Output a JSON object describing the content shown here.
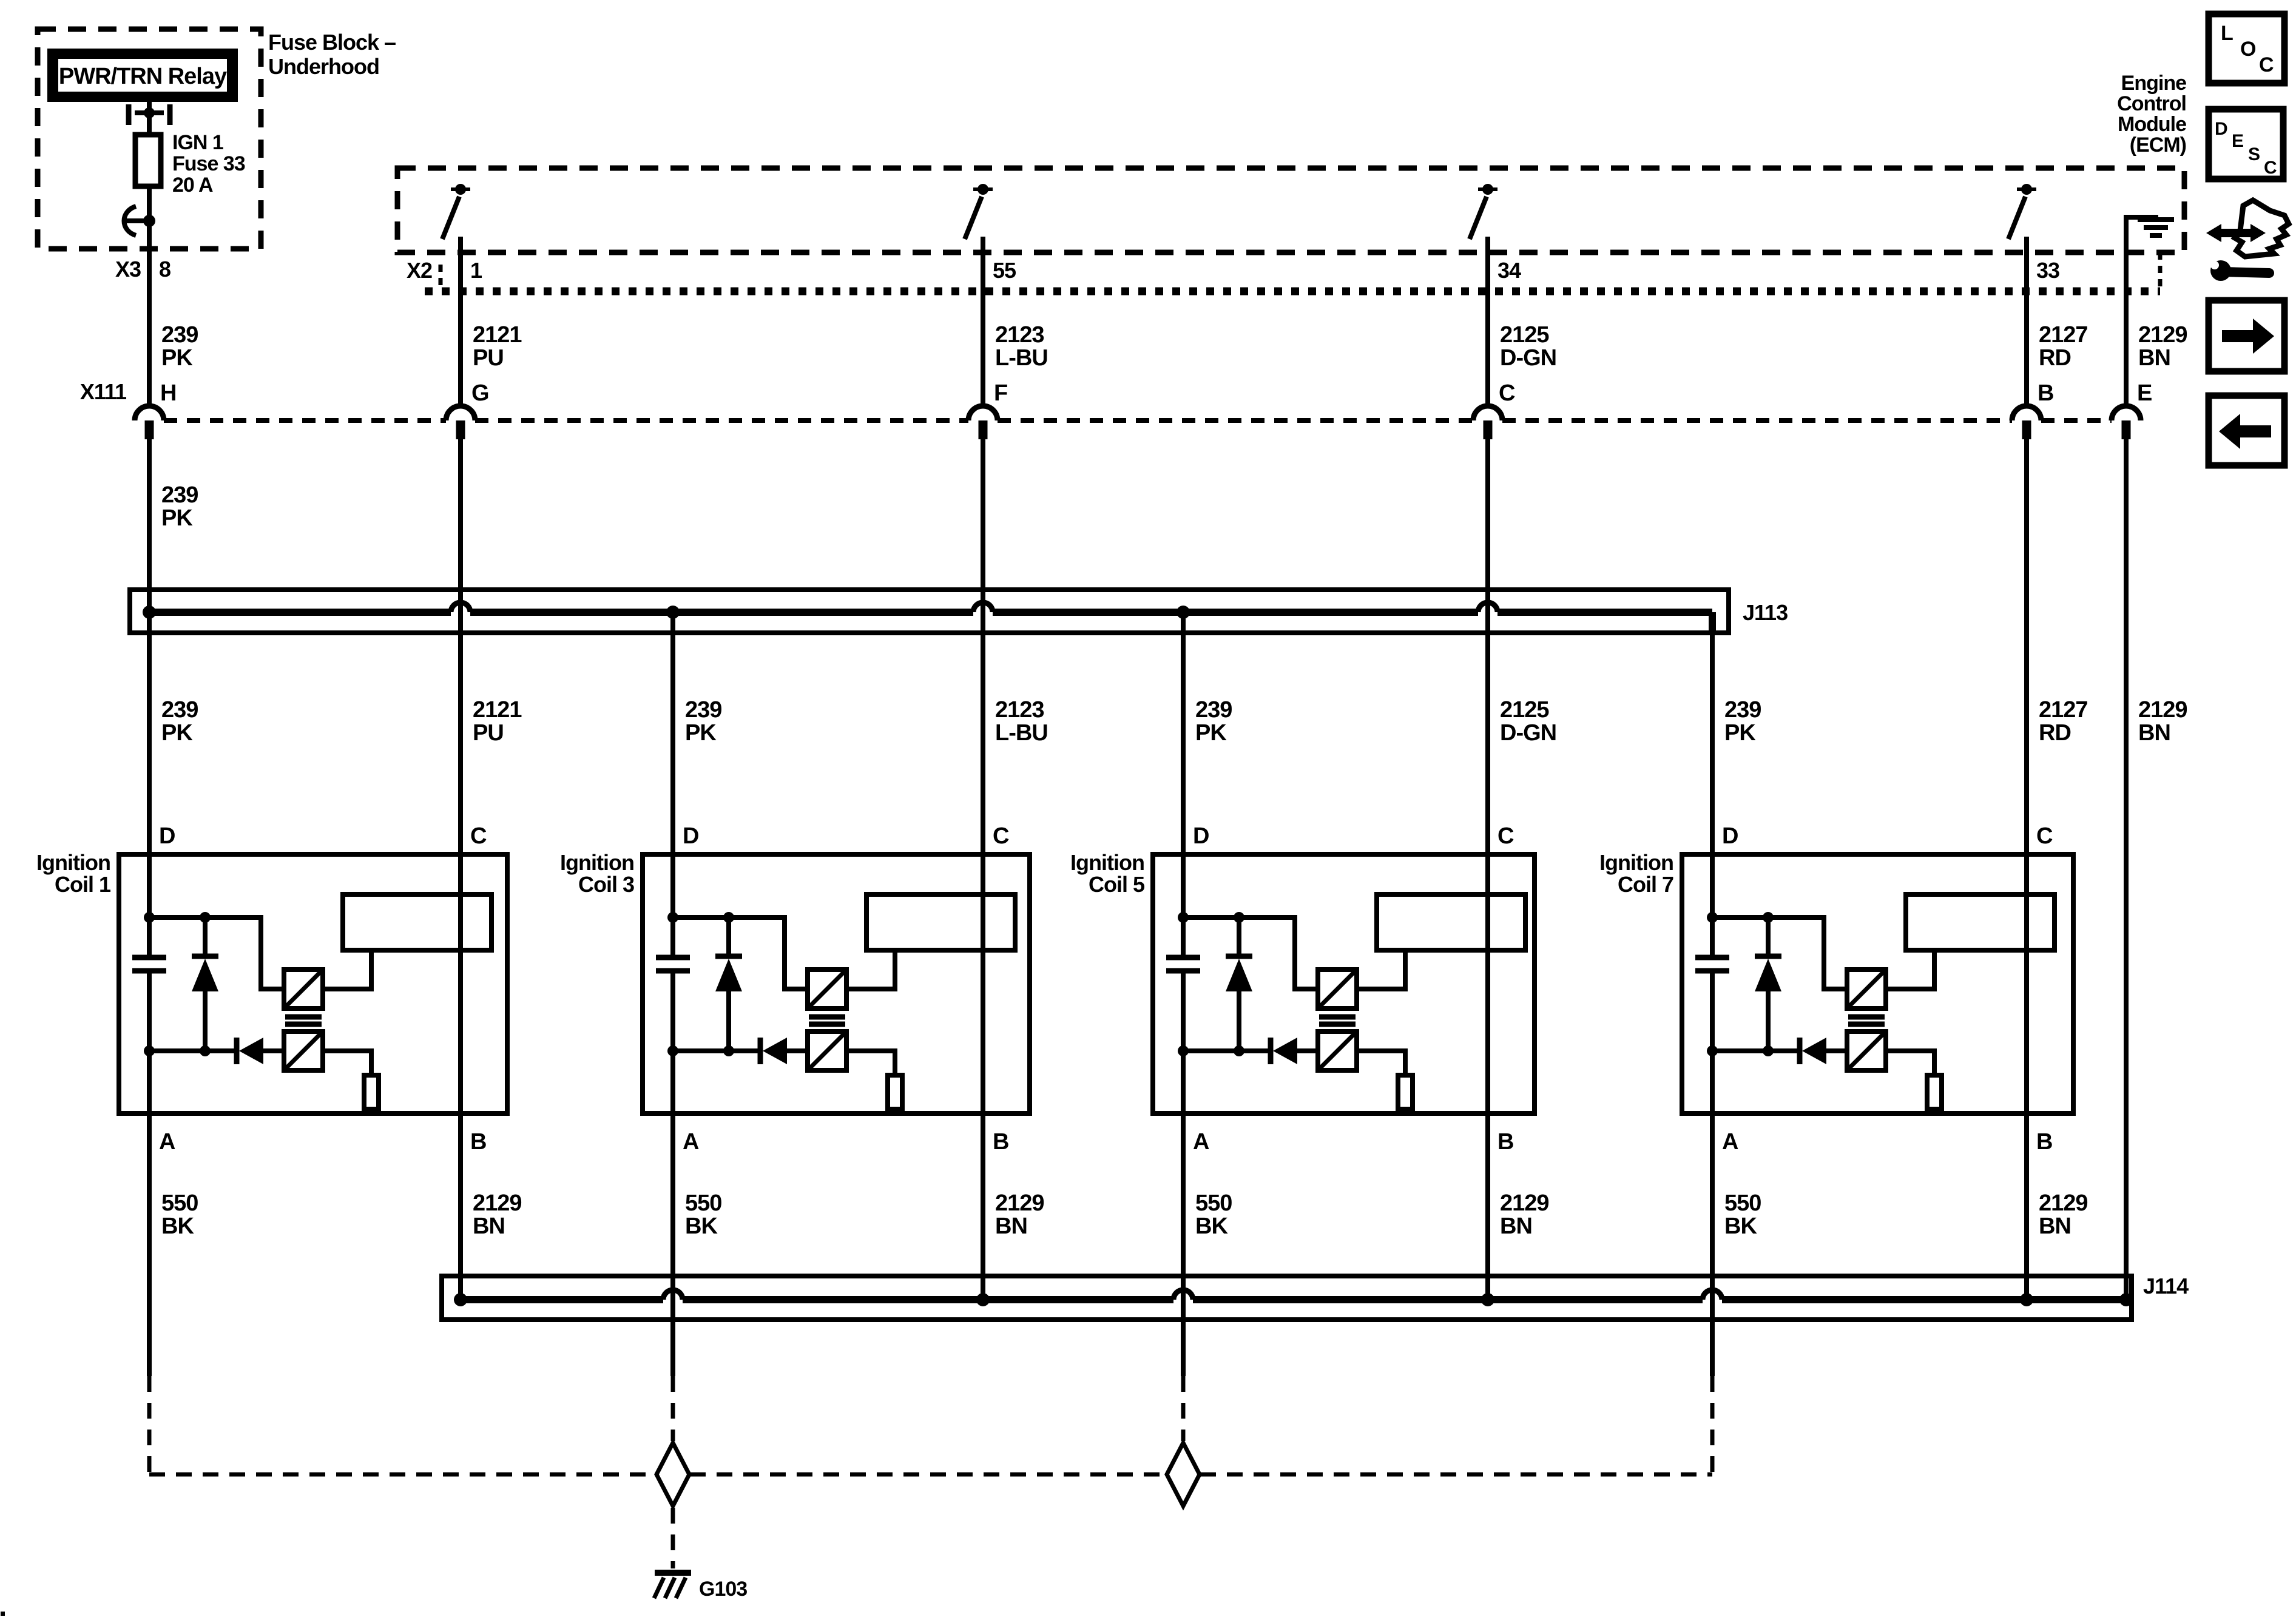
{
  "fuse_block": {
    "label1": "Fuse Block –",
    "label2": "Underhood",
    "relay": "PWR/TRN Relay",
    "fuse1": "IGN 1",
    "fuse2": "Fuse 33",
    "fuse3": "20 A",
    "conn": "X3",
    "pin": "8"
  },
  "ecm": {
    "t1": "Engine",
    "t2": "Control",
    "t3": "Module",
    "t4": "(ECM)",
    "conn": "X2",
    "p1": "1",
    "p2": "55",
    "p3": "34",
    "p4": "33"
  },
  "x111": {
    "label": "X111",
    "h": "H",
    "g": "G",
    "f": "F",
    "c": "C",
    "b": "B",
    "e": "E"
  },
  "wires": {
    "w239": {
      "circuit": "239",
      "color": "PK"
    },
    "w2121": {
      "circuit": "2121",
      "color": "PU"
    },
    "w2123": {
      "circuit": "2123",
      "color": "L-BU"
    },
    "w2125": {
      "circuit": "2125",
      "color": "D-GN"
    },
    "w2127": {
      "circuit": "2127",
      "color": "RD"
    },
    "w2129": {
      "circuit": "2129",
      "color": "BN"
    },
    "w550": {
      "circuit": "550",
      "color": "BK"
    }
  },
  "splices": {
    "j113": "J113",
    "j114": "J114"
  },
  "ground": {
    "label": "G103"
  },
  "coils": {
    "c1": {
      "l1": "Ignition",
      "l2": "Coil 1",
      "d": "D",
      "c": "C",
      "a": "A",
      "b": "B"
    },
    "c3": {
      "l1": "Ignition",
      "l2": "Coil 3",
      "d": "D",
      "c": "C",
      "a": "A",
      "b": "B"
    },
    "c5": {
      "l1": "Ignition",
      "l2": "Coil 5",
      "d": "D",
      "c": "C",
      "a": "A",
      "b": "B"
    },
    "c7": {
      "l1": "Ignition",
      "l2": "Coil 7",
      "d": "D",
      "c": "C",
      "a": "A",
      "b": "B"
    }
  },
  "sidebar": {
    "loc_l": "L",
    "loc_o": "O",
    "loc_c": "C",
    "desc_d": "D",
    "desc_e": "E",
    "desc_s": "S",
    "desc_c": "C"
  }
}
